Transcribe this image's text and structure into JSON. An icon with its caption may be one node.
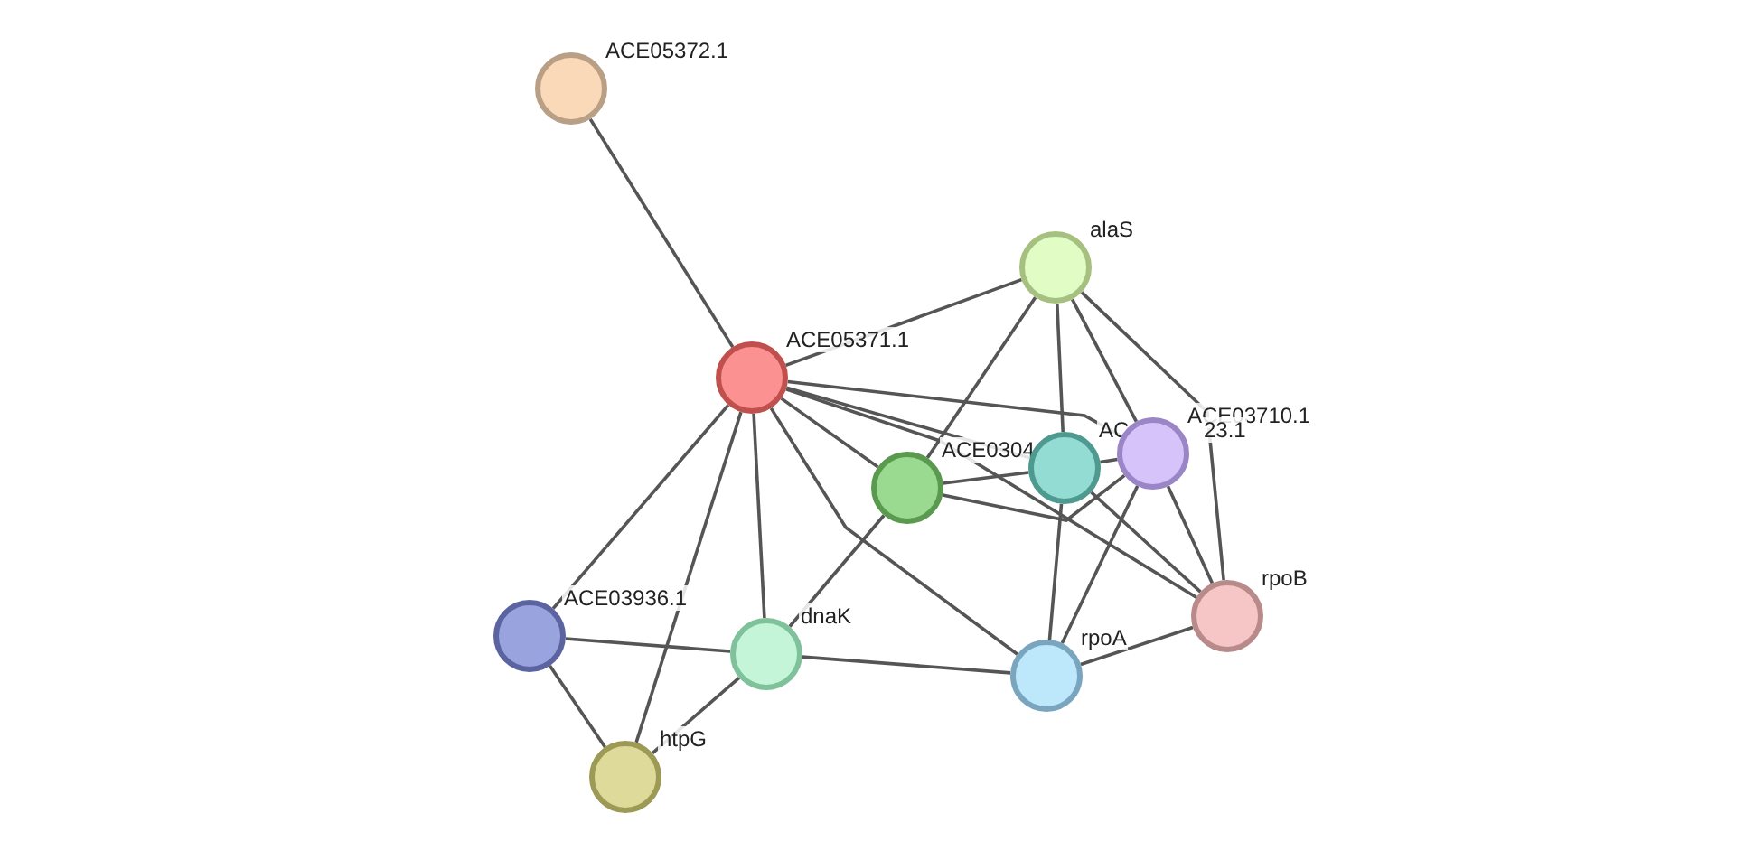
{
  "diagram": {
    "nodes": [
      {
        "text": [
          "ACE05372.1"
        ]
      },
      {
        "text": [
          "ACE05371.1"
        ]
      },
      {
        "text": [
          "alaS"
        ]
      },
      {
        "text": [
          "ACE0304"
        ]
      },
      {
        "text": [
          "AC"
        ]
      },
      {
        "text": [
          "ACE03710.1"
        ]
      },
      {
        "text": [
          "rpoB"
        ]
      },
      {
        "text": [
          "rpoA"
        ]
      },
      {
        "text": [
          "dnaK"
        ]
      },
      {
        "text": [
          "ACE03936.1"
        ]
      },
      {
        "text": [
          "htpG"
        ]
      }
    ],
    "edges": [
      {
        "from": 0,
        "to": 1,
        "arrow": "none"
      },
      {
        "from": 1,
        "to": 2,
        "arrow": "none"
      },
      {
        "from": 1,
        "to": 3,
        "arrow": "none"
      },
      {
        "from": 1,
        "to": 4,
        "arrow": "none"
      },
      {
        "from": 1,
        "to": 5,
        "arrow": "none"
      },
      {
        "from": 1,
        "to": 6,
        "arrow": "none"
      },
      {
        "from": 1,
        "to": 7,
        "arrow": "none"
      },
      {
        "from": 1,
        "to": 8,
        "arrow": "none"
      },
      {
        "from": 1,
        "to": 9,
        "arrow": "none"
      },
      {
        "from": 1,
        "to": 10,
        "arrow": "none"
      },
      {
        "from": 2,
        "to": 3,
        "arrow": "none"
      },
      {
        "from": 2,
        "to": 4,
        "arrow": "none"
      },
      {
        "from": 2,
        "to": 5,
        "arrow": "none"
      },
      {
        "from": 2,
        "to": 6,
        "arrow": "none"
      },
      {
        "from": 3,
        "to": 4,
        "arrow": "none"
      },
      {
        "from": 3,
        "to": 5,
        "arrow": "none"
      },
      {
        "from": 3,
        "to": 8,
        "arrow": "none"
      },
      {
        "from": 4,
        "to": 5,
        "arrow": "none"
      },
      {
        "from": 4,
        "to": 6,
        "arrow": "none"
      },
      {
        "from": 4,
        "to": 7,
        "arrow": "none"
      },
      {
        "from": 5,
        "to": 6,
        "arrow": "none"
      },
      {
        "from": 5,
        "to": 7,
        "arrow": "none"
      },
      {
        "from": 6,
        "to": 7,
        "arrow": "none"
      },
      {
        "from": 7,
        "to": 8,
        "arrow": "none"
      },
      {
        "from": 8,
        "to": 9,
        "arrow": "none"
      },
      {
        "from": 8,
        "to": 10,
        "arrow": "none"
      },
      {
        "from": 9,
        "to": 10,
        "arrow": "none"
      }
    ],
    "labels": [
      "23.1"
    ]
  }
}
